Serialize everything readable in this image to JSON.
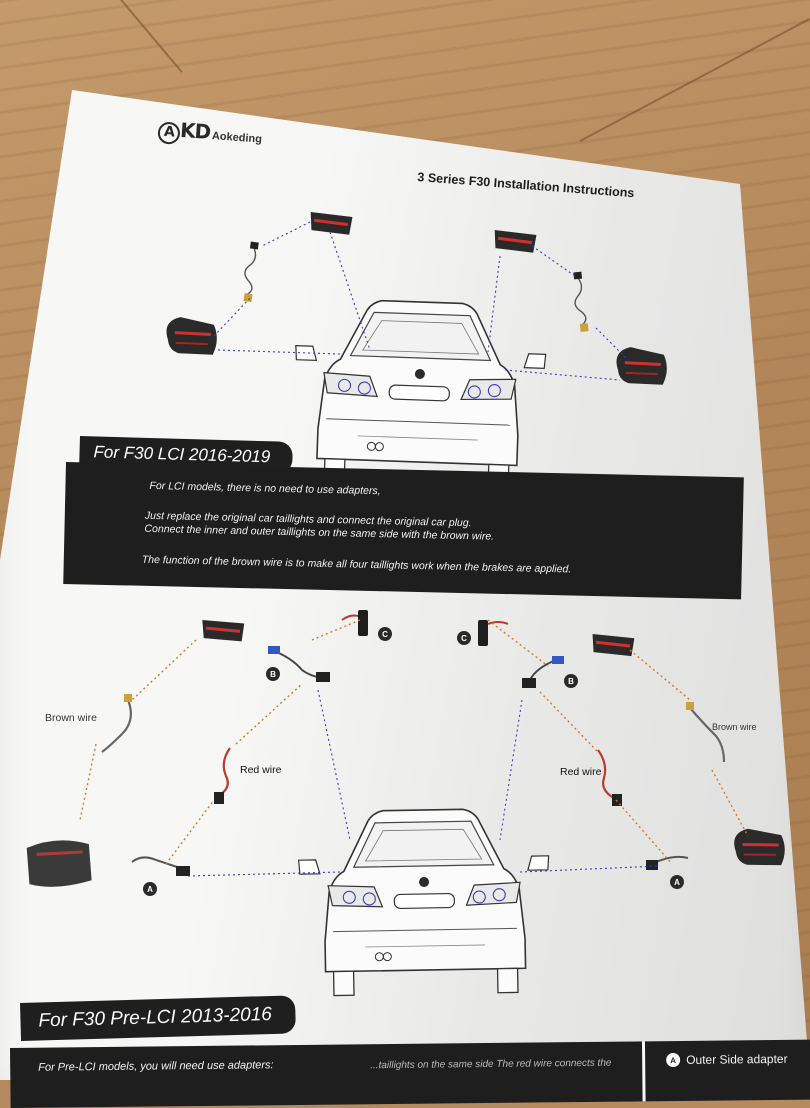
{
  "brand": {
    "mark": "AKD",
    "name": "Aokeding"
  },
  "doc_title": "3 Series F30 Installation Instructions",
  "section_lci": {
    "tag": "For F30 LCI 2016-2019",
    "lines": [
      "For LCI models, there is no need to use adapters,",
      "Just replace the original car taillights and connect the original car plug.",
      "Connect the inner and outer taillights on the same side with the brown wire.",
      "The function of the brown wire is to make all four taillights work when the brakes are applied."
    ]
  },
  "section_pre": {
    "tag": "For F30 Pre-LCI 2013-2016",
    "line1": "For Pre-LCI models, you will need use adapters:",
    "line2_partial": "...taillights on the same side The red wire connects the",
    "legend_badge": "A",
    "legend_label": "Outer Side adapter"
  },
  "diagram_labels": {
    "brown_wire_left": "Brown wire",
    "brown_wire_right": "Brown wire",
    "red_wire_left": "Red wire",
    "red_wire_right": "Red wire",
    "badge_a": "A",
    "badge_b": "B",
    "badge_c": "C"
  }
}
